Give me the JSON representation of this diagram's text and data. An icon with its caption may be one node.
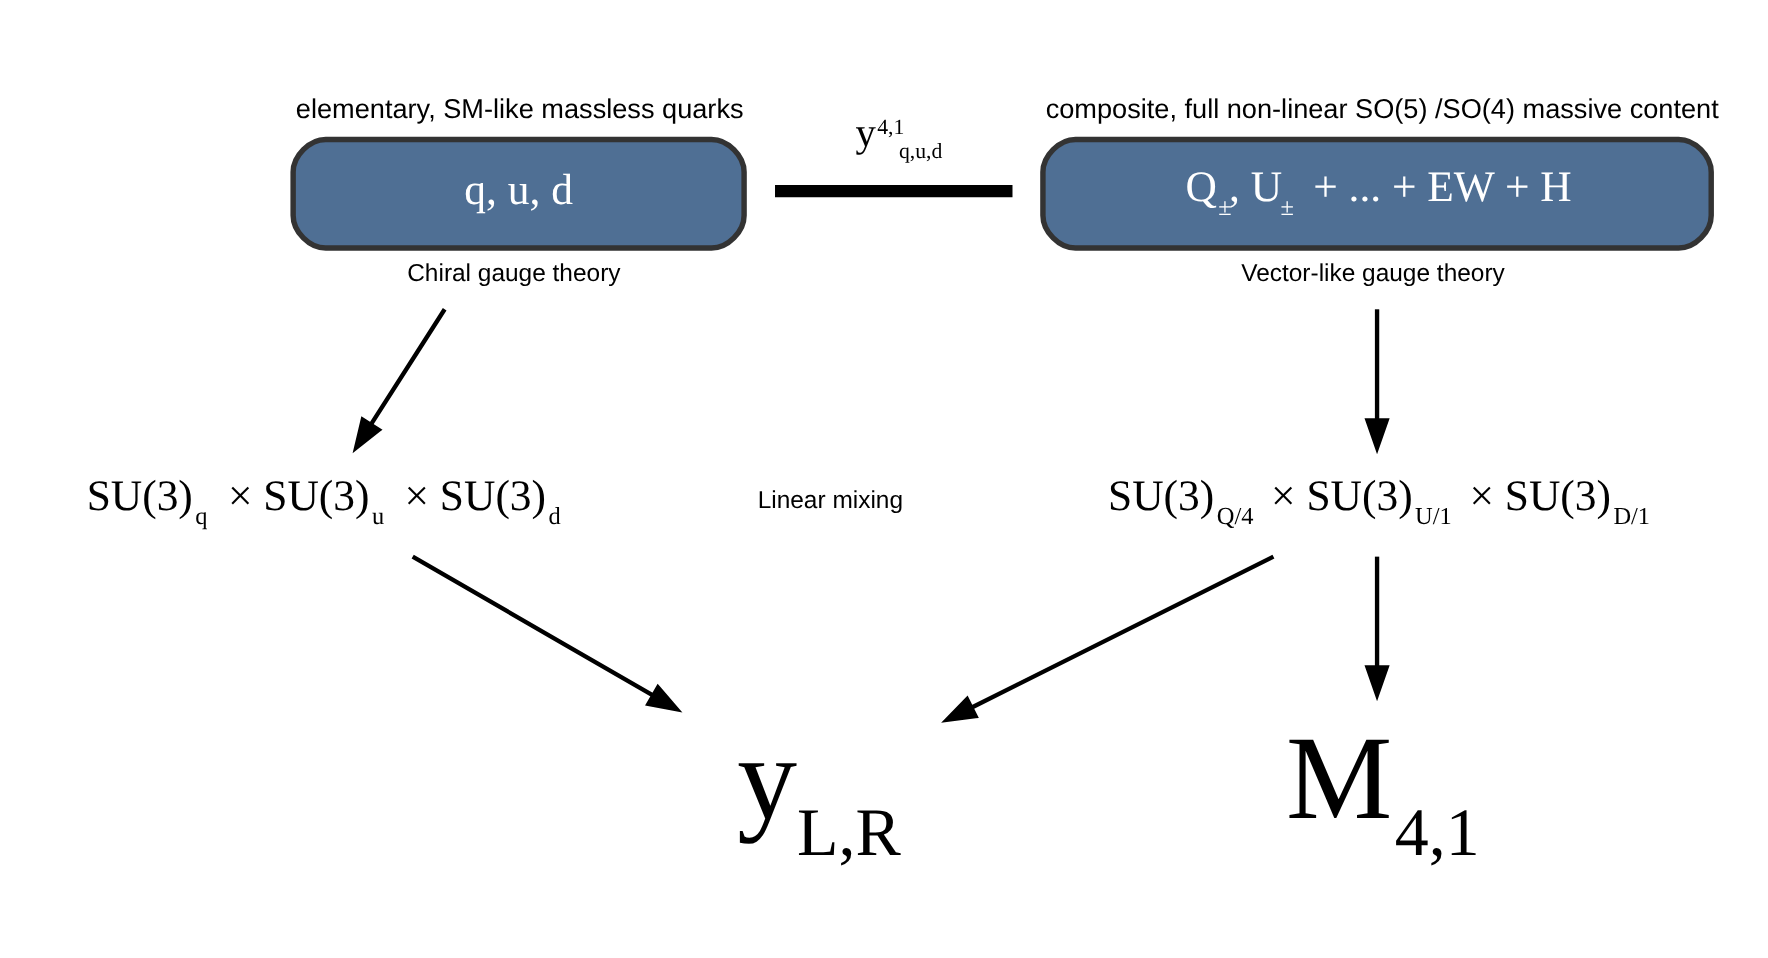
{
  "diagram": {
    "nodes": [
      {
        "text": [
          "elementary, SM-like massless quarks",
          "q, u, d"
        ],
        "beside": [
          "Chiral gauge theory"
        ]
      },
      {
        "text": [
          "composite, full non-linear SO(5) /SO(4) massive content",
          "Q$_{±}$, U$_{±}$ + ... + EW + H"
        ],
        "beside": [
          "Vector-like gauge theory"
        ]
      },
      {
        "text": [
          "SU(3)$_{q}$ × SU(3)$_{u}$ × SU(3)$_{d}$"
        ]
      },
      {
        "text": [
          "SU(3)$_{Q/4}$ × SU(3)$_{U/1}$ × SU(3)$_{D/1}$"
        ]
      },
      {
        "text": [
          "y$_{L,R}$"
        ]
      },
      {
        "text": [
          "M$_{4,1}$"
        ]
      }
    ],
    "edges": [
      {
        "from": 0,
        "to": 1,
        "arrow": "none",
        "label": "y$^{4,1}$$_{q,u,d}$",
        "style": "thick"
      },
      {
        "from": 0,
        "to": 2,
        "arrow": "to"
      },
      {
        "from": 1,
        "to": 3,
        "arrow": "to"
      },
      {
        "from": 2,
        "to": 4,
        "arrow": "to"
      },
      {
        "from": 3,
        "to": 4,
        "arrow": "to"
      },
      {
        "from": 3,
        "to": 5,
        "arrow": "to"
      }
    ],
    "labels": [
      "Linear mixing"
    ]
  }
}
